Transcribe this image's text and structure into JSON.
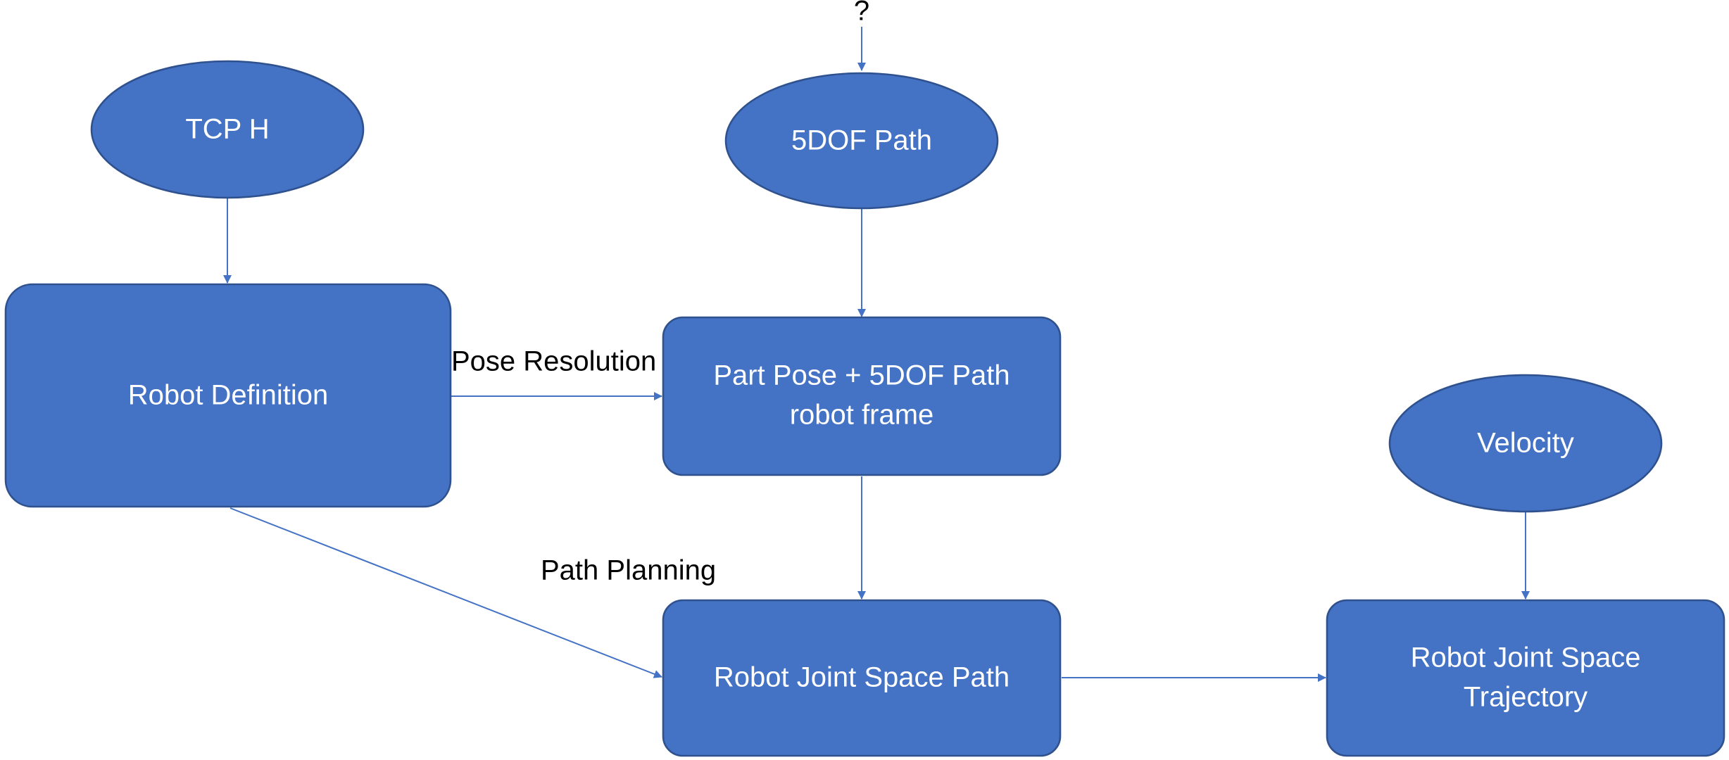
{
  "colors": {
    "node_fill": "#4472C4",
    "node_border": "#2F528F",
    "edge": "#4472C4",
    "node_text": "#FFFFFF",
    "label_text": "#000000"
  },
  "nodes": {
    "tcp_h": "TCP H",
    "five_dof_path": "5DOF Path",
    "robot_definition": "Robot Definition",
    "part_pose_line1": "Part Pose + 5DOF Path",
    "part_pose_line2": "robot frame",
    "velocity": "Velocity",
    "joint_space_path": "Robot Joint Space Path",
    "trajectory_line1": "Robot Joint Space",
    "trajectory_line2": "Trajectory"
  },
  "labels": {
    "unknown_input": "?",
    "pose_resolution": "Pose Resolution",
    "path_planning": "Path Planning"
  }
}
